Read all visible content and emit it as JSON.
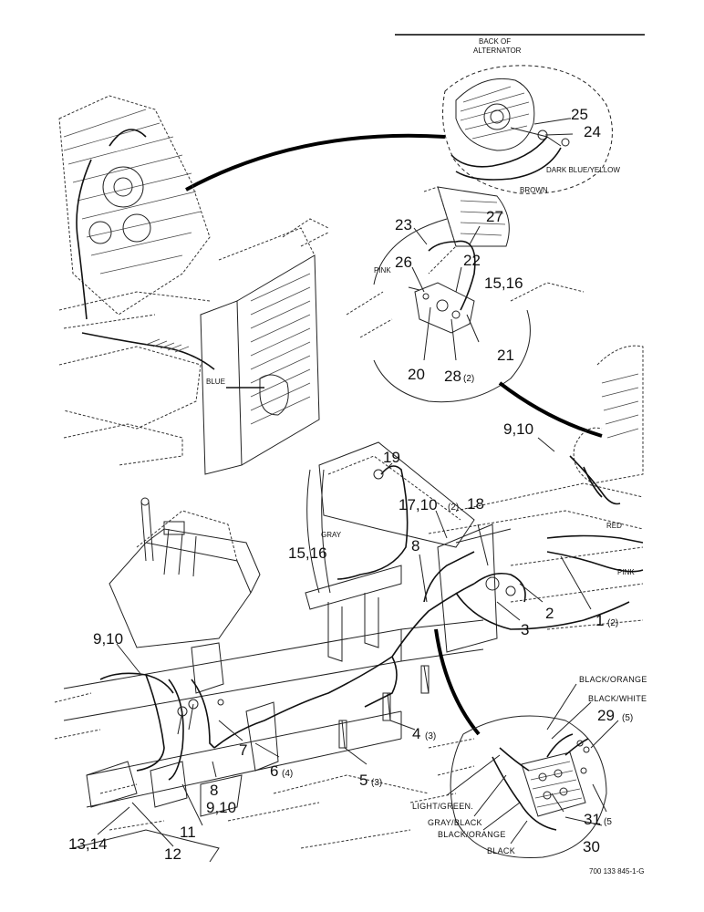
{
  "callouts": {
    "c25": "25",
    "c24": "24",
    "c23": "23",
    "c27": "27",
    "c26": "26",
    "c22": "22",
    "c15_16_top": "15,16",
    "c21": "21",
    "c20": "20",
    "c28": "28",
    "c28q": "(2)",
    "c9_10_right": "9,10",
    "c19": "19",
    "c17_10": "17,10",
    "c17_10q": "(2)",
    "c18": "18",
    "c15_16_mid": "15,16",
    "c8_mid": "8",
    "c2": "2",
    "c3": "3",
    "c1": "1",
    "c1q": "(2)",
    "c9_10_left": "9,10",
    "c29": "29",
    "c29q": "(5)",
    "c4": "4",
    "c4q": "(3)",
    "c7": "7",
    "c6": "6",
    "c6q": "(4)",
    "c5": "5",
    "c5q": "(3)",
    "c8_low": "8",
    "c9_10_low": "9,10",
    "c31": "31",
    "c31q": "(5",
    "c30": "30",
    "c11": "11",
    "c13_14": "13,14",
    "c12": "12"
  },
  "wire_labels": {
    "back_of_alternator_1": "BACK OF",
    "back_of_alternator_2": "ALTERNATOR",
    "dark_blue_yellow": "DARK BLUE/YELLOW",
    "brown": "BROWN",
    "pink_top": "PINK",
    "blue": "BLUE",
    "gray": "GRAY",
    "red": "RED",
    "pink_right": "PINK",
    "black_orange_top": "BLACK/ORANGE",
    "black_white": "BLACK/WHITE",
    "light_green": "LIGHT/GREEN.",
    "gray_black": "GRAY/BLACK",
    "black_orange_bottom": "BLACK/ORANGE",
    "black": "BLACK"
  },
  "figure_number": "700 133 845-1-G"
}
